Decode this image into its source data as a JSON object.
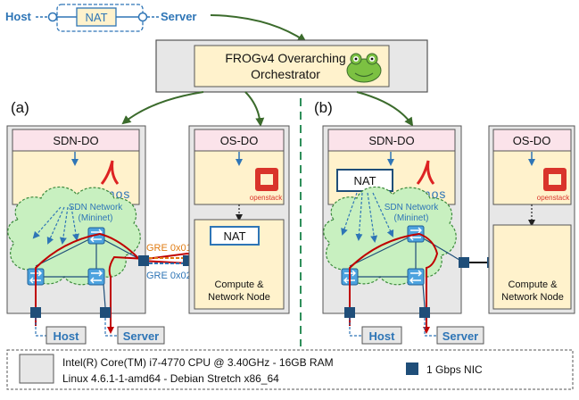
{
  "service_chain": {
    "host_label": "Host",
    "nat_label": "NAT",
    "server_label": "Server"
  },
  "orchestrator": {
    "line1": "FROGv4 Overarching",
    "line2": "Orchestrator"
  },
  "panel_a": {
    "tag": "(a)",
    "sdn_do_label": "SDN-DO",
    "onos_label": "onos",
    "sdn_network_line1": "SDN Network",
    "sdn_network_line2": "(Mininet)",
    "os_do_label": "OS-DO",
    "openstack_label": "openstack",
    "nat_label": "NAT",
    "gre1_label": "GRE 0x01",
    "gre2_label": "GRE 0x02",
    "compute_line1": "Compute &",
    "compute_line2": "Network Node",
    "host_label": "Host",
    "server_label": "Server"
  },
  "panel_b": {
    "tag": "(b)",
    "sdn_do_label": "SDN-DO",
    "onos_label": "onos",
    "nat_label": "NAT",
    "sdn_network_line1": "SDN Network",
    "sdn_network_line2": "(Mininet)",
    "os_do_label": "OS-DO",
    "openstack_label": "openstack",
    "compute_line1": "Compute &",
    "compute_line2": "Network Node",
    "host_label": "Host",
    "server_label": "Server"
  },
  "legend": {
    "cpu_line1": "Intel(R) Core(TM) i7-4770 CPU @ 3.40GHz - 16GB  RAM",
    "cpu_line2": "Linux 4.6.1-1-amd64 - Debian Stretch x86_64",
    "nic_label": "1 Gbps NIC"
  },
  "colors": {
    "blue_text": "#2e75b6",
    "domain_fill": "#e7e7e7",
    "do_header_fill": "#fbe3ea",
    "controller_fill": "#fff2cc",
    "cloud_fill": "#c8f0c0",
    "switch_fill": "#4da3df",
    "nic_fill": "#1f4e79",
    "path_red": "#c00000",
    "arrow_green": "#3b6b2c",
    "gre_orange": "#e07b12",
    "divider_green": "#2f8f5a"
  }
}
